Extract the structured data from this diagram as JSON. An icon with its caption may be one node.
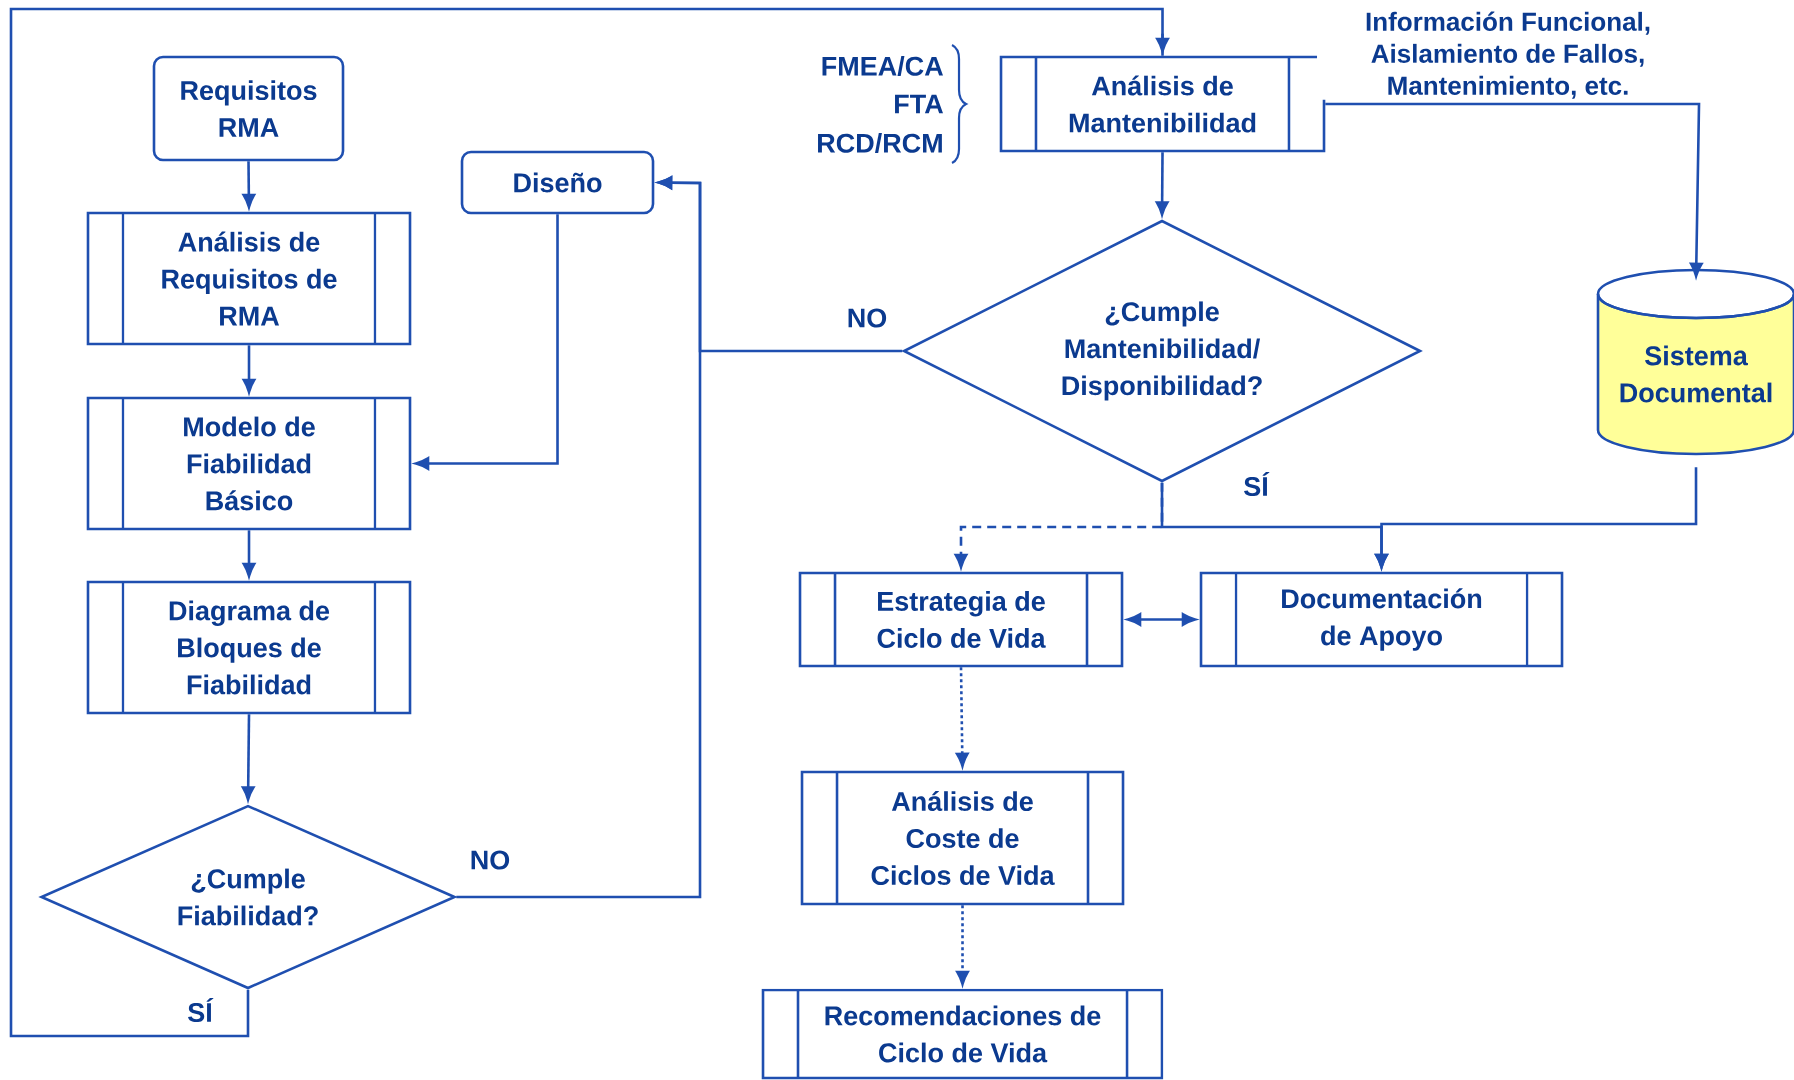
{
  "diagram": {
    "nodes": [
      {
        "text": [
          "Requisitos RMA"
        ]
      },
      {
        "text": [
          "Análisis de Requisitos de RMA"
        ]
      },
      {
        "text": [
          "Modelo de Fiabilidad Básico"
        ]
      },
      {
        "text": [
          "Diagrama de Bloques de Fiabilidad"
        ]
      },
      {
        "text": [
          "¿Cumple Fiabilidad?"
        ]
      },
      {
        "text": [
          "Diseño"
        ]
      },
      {
        "text": [
          "Análisis de Mantenibilidad"
        ],
        "beside": [
          "FMEA/CA",
          "FTA",
          "RCD/RCM"
        ]
      },
      {
        "text": [
          "¿Cumple Mantenibilidad/ Disponibilidad?"
        ]
      },
      {
        "text": [
          "Sistema Documental"
        ]
      },
      {
        "text": [
          "Estrategia de Ciclo de Vida"
        ]
      },
      {
        "text": [
          "Documentación de Apoyo"
        ]
      },
      {
        "text": [
          "Análisis de Coste de Ciclos de Vida"
        ]
      },
      {
        "text": [
          "Recomendaciones de Ciclo de Vida"
        ]
      }
    ],
    "edges": [
      {
        "from": 0,
        "to": 1,
        "arrow": "to"
      },
      {
        "from": 1,
        "to": 2,
        "arrow": "to"
      },
      {
        "from": 2,
        "to": 3,
        "arrow": "to"
      },
      {
        "from": 3,
        "to": 4,
        "arrow": "to"
      },
      {
        "from": 4,
        "to": 5,
        "arrow": "to",
        "label": "NO"
      },
      {
        "from": 5,
        "to": 2,
        "arrow": "to"
      },
      {
        "from": 4,
        "to": 6,
        "arrow": "to",
        "label": "SÍ"
      },
      {
        "from": 6,
        "to": 7,
        "arrow": "to"
      },
      {
        "from": 7,
        "to": 5,
        "arrow": "to",
        "label": "NO"
      },
      {
        "from": 6,
        "to": 8,
        "arrow": "to",
        "label": "Información Funcional, Aislamiento de Fallos, Mantenimiento, etc."
      },
      {
        "from": 7,
        "to": 9,
        "arrow": "to",
        "style": "dashed"
      },
      {
        "from": 7,
        "to": 10,
        "arrow": "to",
        "label": "SÍ"
      },
      {
        "from": 8,
        "to": 10,
        "arrow": "to"
      },
      {
        "from": 9,
        "to": 10,
        "arrow": "both"
      },
      {
        "from": 9,
        "to": 11,
        "arrow": "to",
        "style": "dashed"
      },
      {
        "from": 11,
        "to": 12,
        "arrow": "to",
        "style": "dashed"
      }
    ]
  }
}
